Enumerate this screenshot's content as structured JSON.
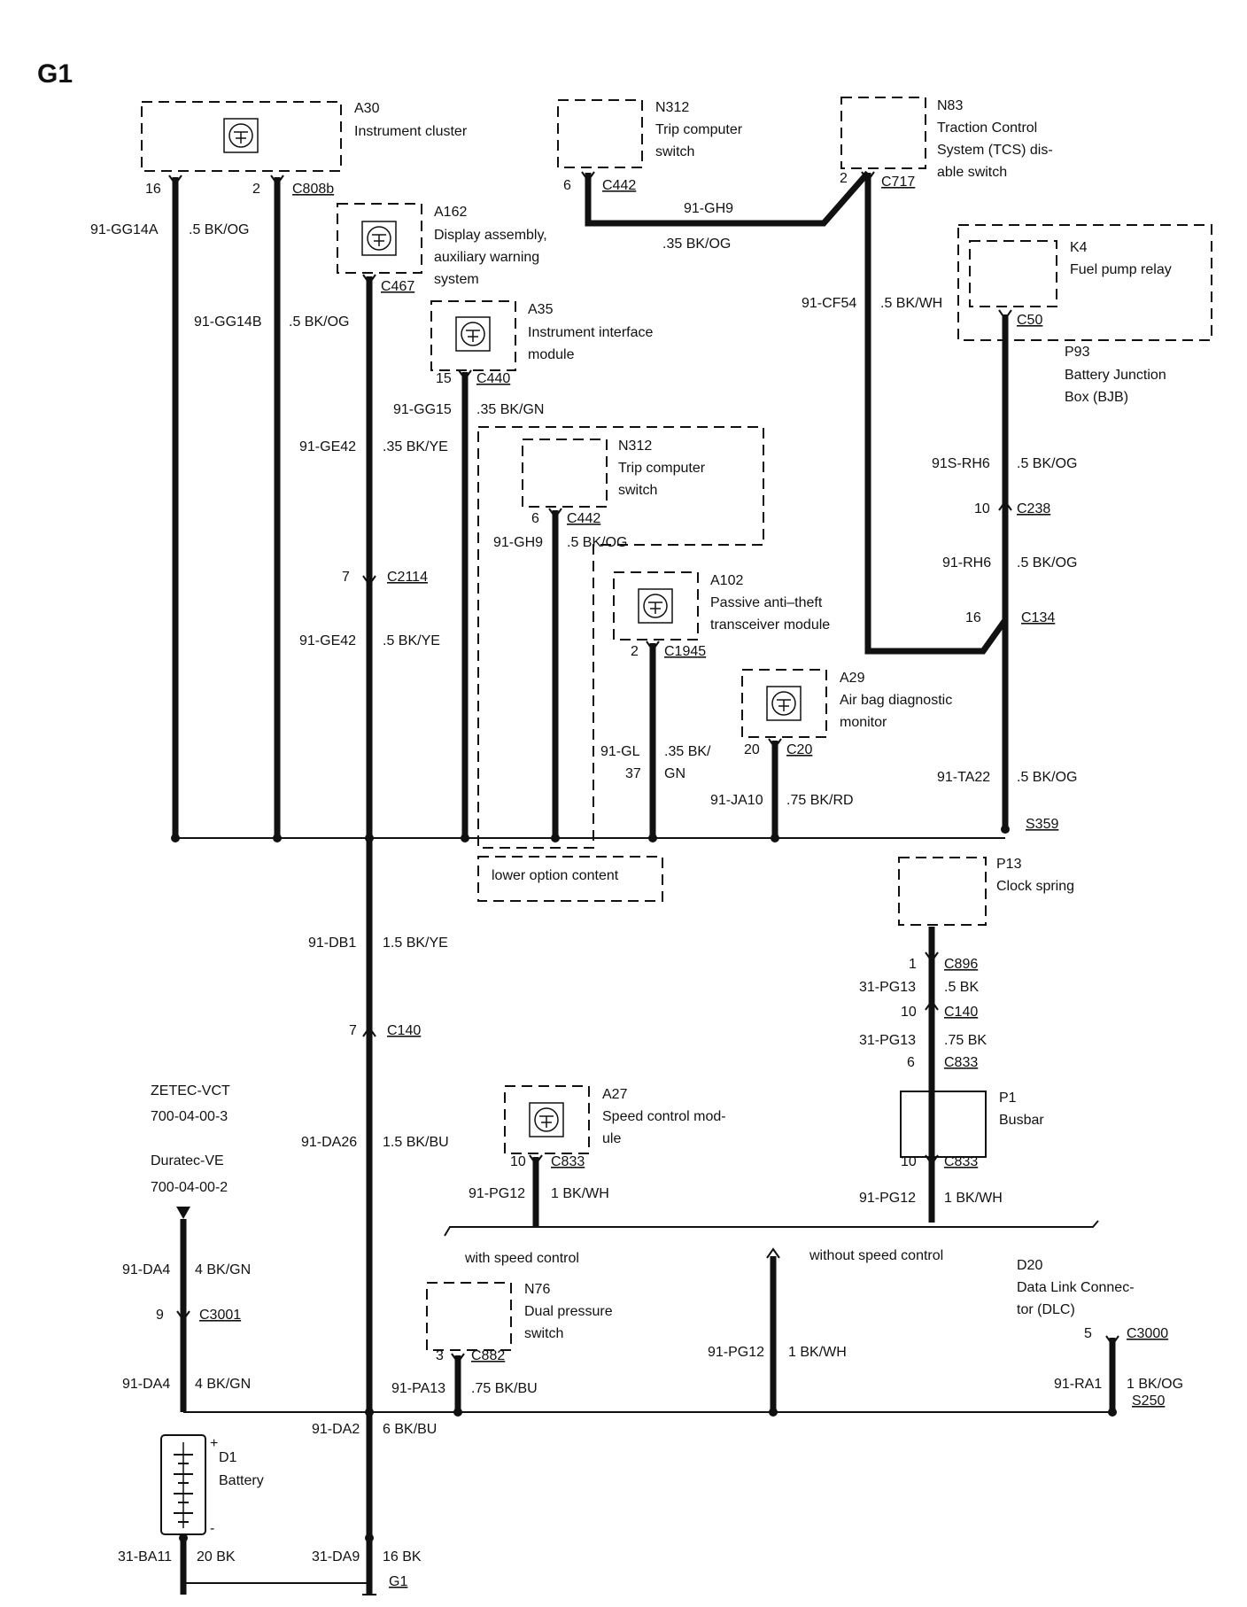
{
  "page_id": "G1",
  "components": {
    "a30": {
      "code": "A30",
      "name": "Instrument cluster"
    },
    "n312_top": {
      "code": "N312",
      "line1": "Trip computer",
      "line2": "switch"
    },
    "n83": {
      "code": "N83",
      "line1": "Traction Control",
      "line2": "System (TCS) dis-",
      "line3": "able switch"
    },
    "a162": {
      "code": "A162",
      "line1": "Display assembly,",
      "line2": "auxiliary warning",
      "line3": "system"
    },
    "k4": {
      "code": "K4",
      "name": "Fuel pump relay"
    },
    "p93": {
      "code": "P93",
      "line1": "Battery Junction",
      "line2": "Box (BJB)"
    },
    "a35": {
      "code": "A35",
      "line1": "Instrument interface",
      "line2": "module"
    },
    "n312_mid": {
      "code": "N312",
      "line1": "Trip computer",
      "line2": "switch"
    },
    "a102": {
      "code": "A102",
      "line1": "Passive anti–theft",
      "line2": "transceiver module"
    },
    "a29": {
      "code": "A29",
      "line1": "Air bag diagnostic",
      "line2": "monitor"
    },
    "p13": {
      "code": "P13",
      "name": "Clock spring"
    },
    "a27": {
      "code": "A27",
      "line1": "Speed control mod-",
      "line2": "ule"
    },
    "p1": {
      "code": "P1",
      "name": "Busbar"
    },
    "n76": {
      "code": "N76",
      "line1": "Dual pressure",
      "line2": "switch"
    },
    "d20": {
      "code": "D20",
      "line1": "Data Link Connec-",
      "line2": "tor (DLC)"
    },
    "d1": {
      "code": "D1",
      "name": "Battery"
    }
  },
  "engine_notes": {
    "zetec": "ZETEC-VCT",
    "zetec_ref": "700-04-00-3",
    "duratec": "Duratec-VE",
    "duratec_ref": "700-04-00-2"
  },
  "option_labels": {
    "lower_option": "lower option content",
    "with_speed": "with speed control",
    "without_speed": "without speed control"
  },
  "connectors": {
    "a30_pin16": "16",
    "a30_pin2": "2",
    "c808b": "C808b",
    "n312_pin6": "6",
    "c442_top": "C442",
    "n83_pin2": "2",
    "c717": "C717",
    "c467": "C467",
    "c50": "C50",
    "a35_pin15": "15",
    "c440": "C440",
    "n312b_pin6": "6",
    "c442_mid": "C442",
    "c2114_pin": "7",
    "c2114": "C2114",
    "a102_pin2": "2",
    "c1945": "C1945",
    "c238_pin": "10",
    "c238": "C238",
    "c134_pin": "16",
    "c134": "C134",
    "a29_pin20": "20",
    "c20": "C20",
    "s359": "S359",
    "c896_pin": "1",
    "c896": "C896",
    "c140_right_pin": "10",
    "c140_right": "C140",
    "c833_p1_pin": "6",
    "c833_p1": "C833",
    "c140_left_pin": "7",
    "c140_left": "C140",
    "a27_pin10": "10",
    "c833_a27": "C833",
    "c833_p1_bottom_pin": "10",
    "c833_p1_bottom": "C833",
    "c3001_pin": "9",
    "c3001": "C3001",
    "n76_pin3": "3",
    "c882": "C882",
    "c3000_pin": "5",
    "c3000": "C3000",
    "s250": "S250",
    "g1": "G1"
  },
  "wires": {
    "gg14a_id": "91-GG14A",
    "gg14a_spec": ".5 BK/OG",
    "gg14b_id": "91-GG14B",
    "gg14b_spec": ".5 BK/OG",
    "gh9_top_id": "91-GH9",
    "gh9_top_spec": ".35 BK/OG",
    "cf54_id": "91-CF54",
    "cf54_spec": ".5 BK/WH",
    "ge42_top_id": "91-GE42",
    "ge42_top_spec": ".35 BK/YE",
    "gg15_id": "91-GG15",
    "gg15_spec": ".35 BK/GN",
    "rh6s_id": "91S-RH6",
    "rh6s_spec": ".5 BK/OG",
    "gh9_mid_id": "91-GH9",
    "gh9_mid_spec": ".5 BK/OG",
    "rh6_id": "91-RH6",
    "rh6_spec": ".5 BK/OG",
    "ge42_bot_id": "91-GE42",
    "ge42_bot_spec": ".5 BK/YE",
    "gl37_id1": "91-GL",
    "gl37_id2": "37",
    "gl37_spec1": ".35 BK/",
    "gl37_spec2": "GN",
    "ja10_id": "91-JA10",
    "ja10_spec": ".75 BK/RD",
    "ta22_id": "91-TA22",
    "ta22_spec": ".5 BK/OG",
    "db1_id": "91-DB1",
    "db1_spec": "1.5 BK/YE",
    "pg13a_id": "31-PG13",
    "pg13a_spec": ".5 BK",
    "pg13b_id": "31-PG13",
    "pg13b_spec": ".75 BK",
    "da26_id": "91-DA26",
    "da26_spec": "1.5 BK/BU",
    "pg12a_id": "91-PG12",
    "pg12a_spec": "1 BK/WH",
    "pg12b_id": "91-PG12",
    "pg12b_spec": "1 BK/WH",
    "da4a_id": "91-DA4",
    "da4a_spec": "4 BK/GN",
    "da4b_id": "91-DA4",
    "da4b_spec": "4 BK/GN",
    "pa13_id": "91-PA13",
    "pa13_spec": ".75 BK/BU",
    "pg12c_id": "91-PG12",
    "pg12c_spec": "1 BK/WH",
    "ra1_id": "91-RA1",
    "ra1_spec": "1 BK/OG",
    "da2_id": "91-DA2",
    "da2_spec": "6 BK/BU",
    "ba11_id": "31-BA11",
    "ba11_spec": "20 BK",
    "da9_id": "31-DA9",
    "da9_spec": "16 BK"
  },
  "battery_polarity": {
    "pos": "+",
    "neg": "-"
  }
}
